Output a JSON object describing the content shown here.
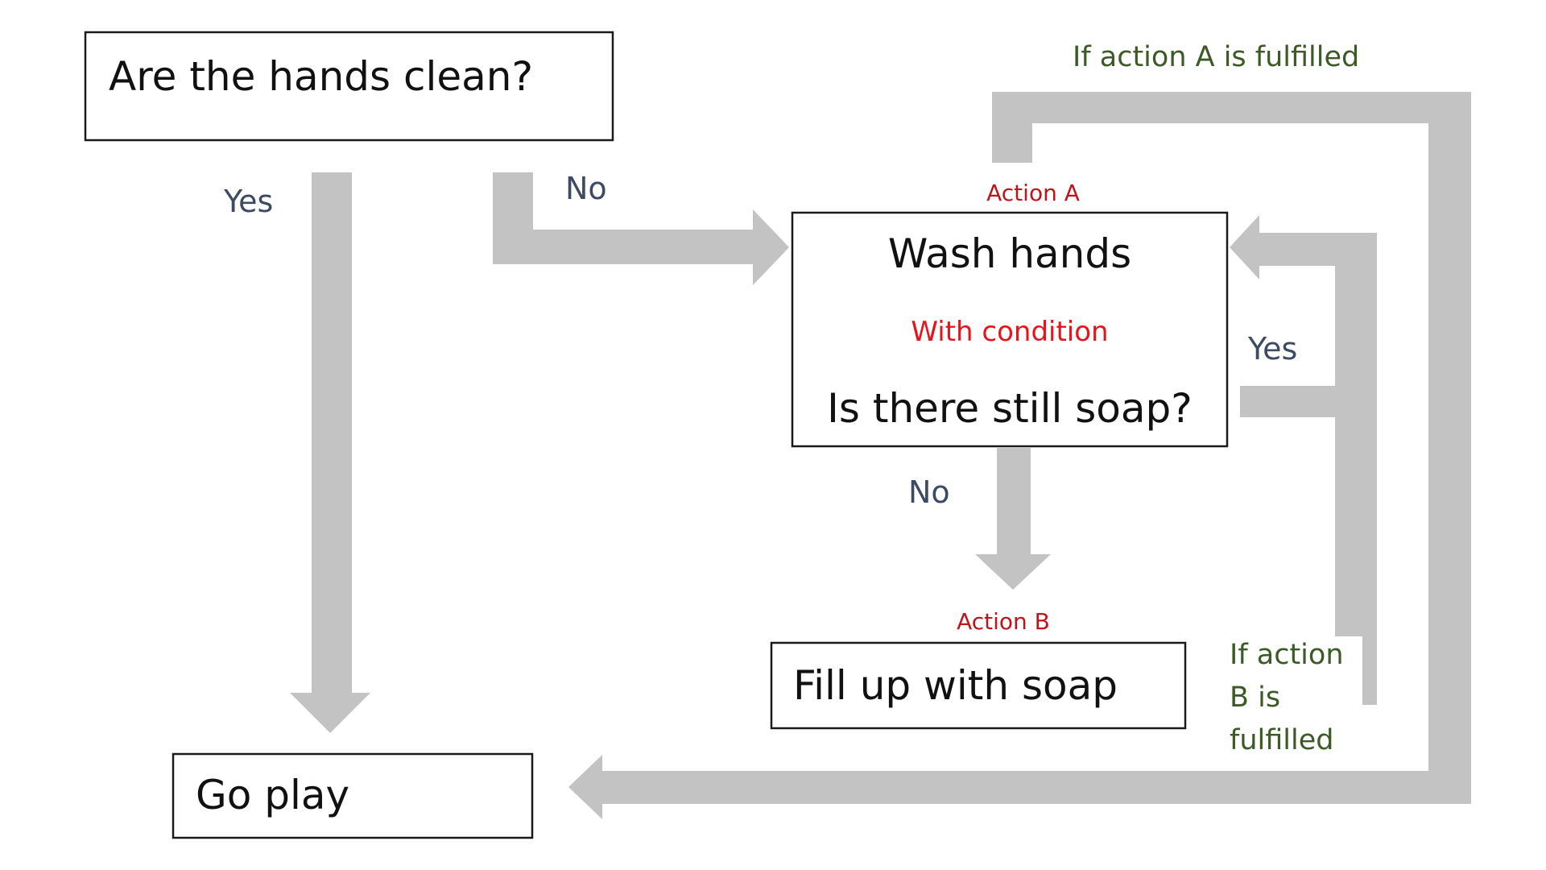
{
  "nodes": {
    "start_question": "Are the hands clean?",
    "wash_title": "Wash hands",
    "wash_condition": "With condition",
    "wash_question": "Is there still soap?",
    "fill_soap": "Fill up with soap",
    "go_play": "Go play"
  },
  "action_labels": {
    "action_a": "Action A",
    "action_b": "Action B"
  },
  "edge_labels": {
    "yes_left": "Yes",
    "no_top": "No",
    "yes_right": "Yes",
    "no_middle": "No",
    "if_action_a": "If action A is fulfilled",
    "if_action_b_line1": "If action",
    "if_action_b_line2": "B is",
    "if_action_b_line3": "fulfilled"
  },
  "colors": {
    "arrow": "#c3c3c3",
    "border": "#1a1a1a",
    "condition_text": "#e8141c",
    "action_label": "#c0141c",
    "flow_label": "#3d4a64",
    "fulfilled_label": "#3b5a25"
  }
}
